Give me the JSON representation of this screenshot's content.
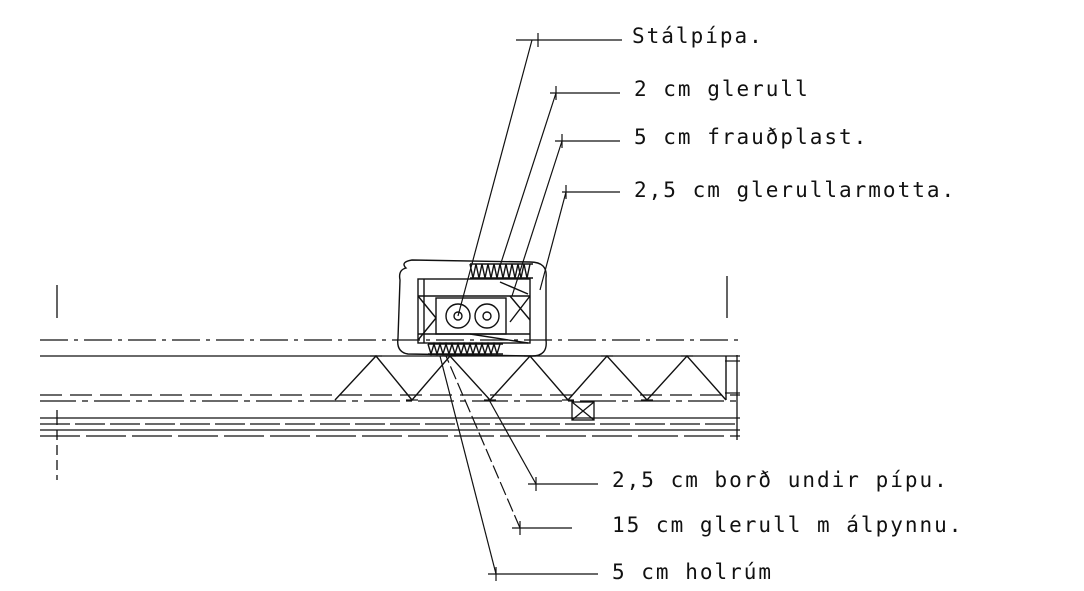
{
  "labels": {
    "top": [
      "Stálpípa.",
      "2 cm glerull",
      "5 cm frauðplast.",
      "2,5 cm glerullarmotta."
    ],
    "bottom": [
      "2,5 cm borð undir pípu.",
      "15 cm glerull m  álpynnu.",
      "5 cm holrúm"
    ]
  },
  "colors": {
    "ink": "#111111",
    "paper": "#ffffff"
  }
}
